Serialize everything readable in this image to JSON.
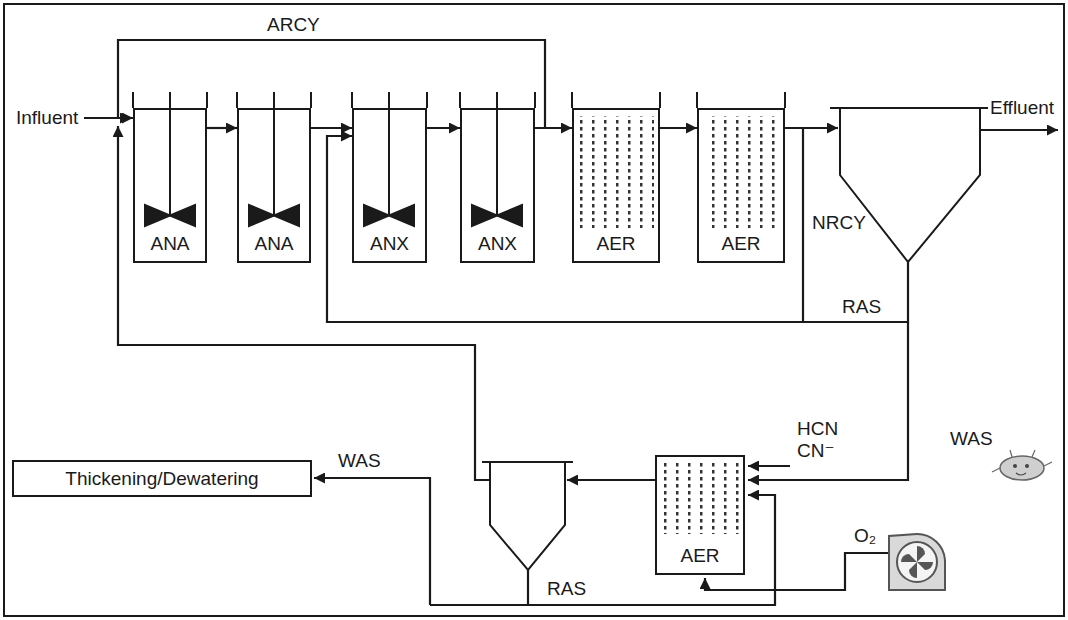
{
  "diagram": {
    "nodes": [
      {
        "text": [
          "ANA"
        ]
      },
      {
        "text": [
          "ANA"
        ]
      },
      {
        "text": [
          "ANX"
        ]
      },
      {
        "text": [
          "ANX"
        ]
      },
      {
        "text": [
          "AER"
        ]
      },
      {
        "text": [
          "AER"
        ]
      },
      {
        "text": [
          "AER"
        ]
      },
      {
        "text": [
          "Thickening/Dewatering"
        ]
      }
    ],
    "edges": [
      {
        "from": 0,
        "to": 1,
        "arrow": "to"
      },
      {
        "from": 1,
        "to": 2,
        "arrow": "to"
      },
      {
        "from": 2,
        "to": 3,
        "arrow": "to"
      },
      {
        "from": 3,
        "to": 4,
        "arrow": "to"
      },
      {
        "from": 4,
        "to": 5,
        "arrow": "to"
      },
      {
        "from": 3,
        "to": 0,
        "label": "ARCY",
        "arrow": "to"
      },
      {
        "from": 5,
        "to": 2,
        "label": "NRCY",
        "arrow": "to"
      }
    ],
    "labels": [
      "Influent",
      "Effluent",
      "RAS",
      "WAS",
      "HCN",
      "CN⁻",
      "WAS",
      "RAS",
      "O₂"
    ]
  }
}
